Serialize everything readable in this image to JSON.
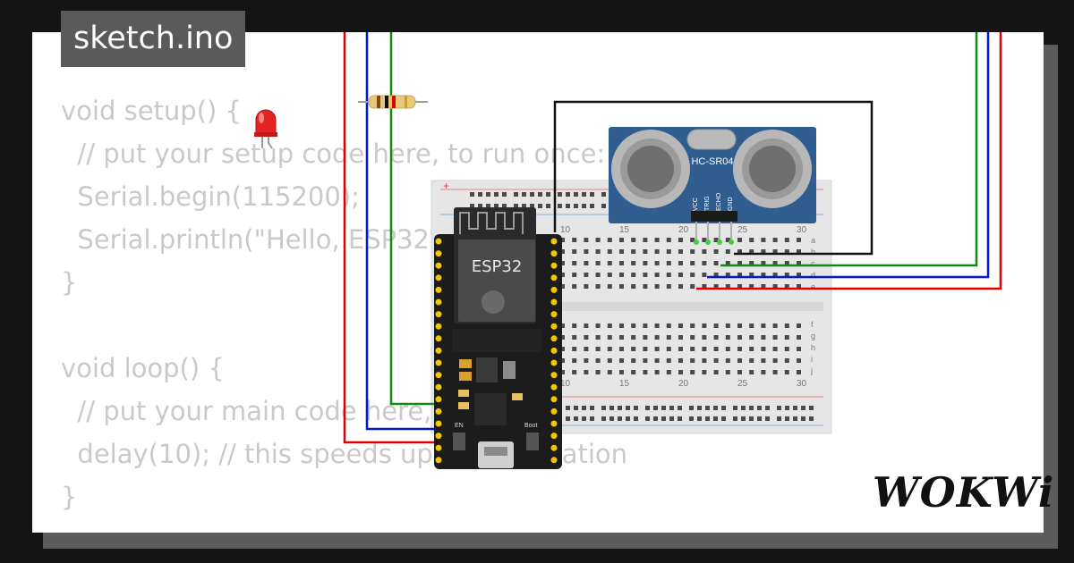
{
  "tab": {
    "filename": "sketch.ino"
  },
  "code": {
    "lines": [
      "void setup() {",
      "  // put your setup code here, to run once:",
      "  Serial.begin(115200);",
      "  Serial.println(\"Hello, ESP32!\");",
      "}",
      "",
      "void loop() {",
      "  // put your main code here, to run repeatedly:",
      "  delay(10); // this speeds up the simulation",
      "}"
    ]
  },
  "esp32": {
    "label": "ESP32",
    "en_label": "EN",
    "boot_label": "Boot"
  },
  "sensor": {
    "model": "HC-SR04",
    "pins": [
      "VCC",
      "TRIG",
      "ECHO",
      "GND"
    ]
  },
  "breadboard": {
    "column_numbers": [
      "10",
      "15",
      "20",
      "25",
      "30"
    ],
    "row_letters": [
      "a",
      "b",
      "c",
      "d",
      "e",
      "f",
      "g",
      "h",
      "i",
      "j"
    ]
  },
  "logo": {
    "text": "WOKWi"
  },
  "colors": {
    "wire_red": "#e00000",
    "wire_blue": "#0018d8",
    "wire_green": "#108a10",
    "wire_black": "#111111"
  }
}
